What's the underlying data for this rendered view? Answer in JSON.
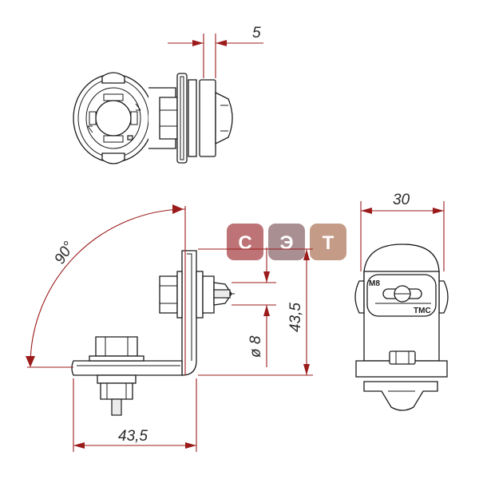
{
  "drawing": {
    "dimensions": {
      "top_width": "5",
      "angle": "90°",
      "height": "43,5",
      "diameter": "ø 8",
      "base_length": "43,5",
      "side_width": "30"
    },
    "markings": {
      "bolt_size": "M8",
      "maker": "ТМС"
    },
    "watermark": {
      "letters": [
        "С",
        "Э",
        "Т"
      ],
      "colors": [
        "#a8444a",
        "#8c6a6e",
        "#b07a5e"
      ]
    }
  }
}
